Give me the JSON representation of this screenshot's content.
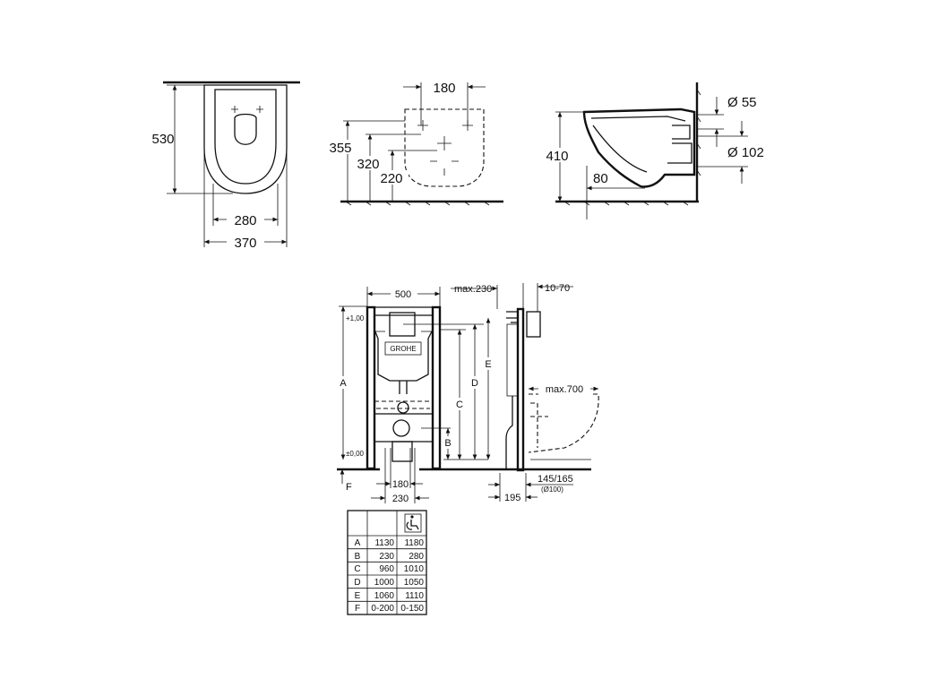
{
  "front_view": {
    "height": "530",
    "width_inner": "280",
    "width_outer": "370"
  },
  "wall_view": {
    "width": "180",
    "height_1": "355",
    "height_2": "320",
    "height_3": "220"
  },
  "side_view": {
    "height": "410",
    "diameter_small": "Ø 55",
    "diameter_large": "Ø 102",
    "offset": "80"
  },
  "frame": {
    "width": "500",
    "max_230": "max.230",
    "range_10_70": "10-70",
    "level_top": "+1,00",
    "level_zero": "±0,00",
    "label_a": "A",
    "label_b": "B",
    "label_c": "C",
    "label_d": "D",
    "label_e": "E",
    "label_f": "F",
    "max_700": "max.700",
    "dim_180": "180",
    "dim_230": "230",
    "dim_195": "195",
    "dim_145_165": "145/165",
    "dim_d100": "(Ø100)",
    "brand": "GROHE"
  },
  "table": {
    "header_icon": "wheelchair-accessible-icon",
    "rows": [
      {
        "label": "A",
        "std": "1130",
        "acc": "1180"
      },
      {
        "label": "B",
        "std": "230",
        "acc": "280"
      },
      {
        "label": "C",
        "std": "960",
        "acc": "1010"
      },
      {
        "label": "D",
        "std": "1000",
        "acc": "1050"
      },
      {
        "label": "E",
        "std": "1060",
        "acc": "1110"
      },
      {
        "label": "F",
        "std": "0-200",
        "acc": "0-150"
      }
    ]
  }
}
